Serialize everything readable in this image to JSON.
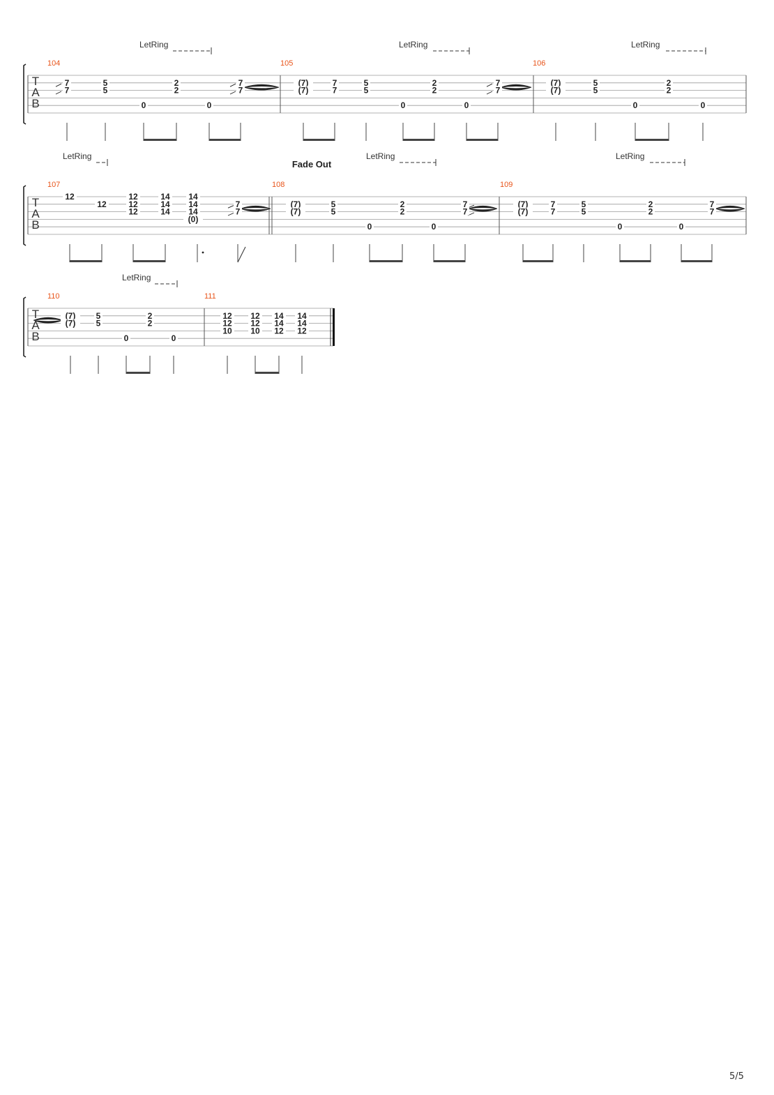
{
  "document": {
    "page_number": "5/5",
    "clef_letters": [
      "T",
      "A",
      "B"
    ],
    "colors": {
      "measure_number": "#e8541a",
      "ink": "#222222",
      "staff_line": "#9a9a9a"
    }
  },
  "systems": [
    {
      "let_ring": [
        {
          "label": "LetRing"
        },
        {
          "label": "LetRing"
        },
        {
          "label": "LetRing"
        }
      ],
      "text_markings": [],
      "measures": [
        {
          "number": "104",
          "notes": [
            {
              "s": 2,
              "f": "7"
            },
            {
              "s": 3,
              "f": "7"
            },
            {
              "s": 2,
              "f": "5"
            },
            {
              "s": 3,
              "f": "5"
            },
            {
              "s": 5,
              "f": "0"
            },
            {
              "s": 2,
              "f": "2"
            },
            {
              "s": 3,
              "f": "2"
            },
            {
              "s": 5,
              "f": "0"
            },
            {
              "s": 2,
              "f": "7"
            },
            {
              "s": 3,
              "f": "7"
            }
          ]
        },
        {
          "number": "105",
          "notes": [
            {
              "s": 2,
              "f": "(7)"
            },
            {
              "s": 3,
              "f": "(7)"
            },
            {
              "s": 2,
              "f": "7"
            },
            {
              "s": 3,
              "f": "7"
            },
            {
              "s": 2,
              "f": "5"
            },
            {
              "s": 3,
              "f": "5"
            },
            {
              "s": 5,
              "f": "0"
            },
            {
              "s": 2,
              "f": "2"
            },
            {
              "s": 3,
              "f": "2"
            },
            {
              "s": 5,
              "f": "0"
            },
            {
              "s": 2,
              "f": "7"
            },
            {
              "s": 3,
              "f": "7"
            }
          ]
        },
        {
          "number": "106",
          "notes": [
            {
              "s": 2,
              "f": "(7)"
            },
            {
              "s": 3,
              "f": "(7)"
            },
            {
              "s": 2,
              "f": "5"
            },
            {
              "s": 3,
              "f": "5"
            },
            {
              "s": 5,
              "f": "0"
            },
            {
              "s": 2,
              "f": "2"
            },
            {
              "s": 3,
              "f": "2"
            },
            {
              "s": 5,
              "f": "0"
            }
          ]
        }
      ]
    },
    {
      "let_ring": [
        {
          "label": "LetRing"
        },
        {
          "label": "LetRing"
        },
        {
          "label": "LetRing"
        }
      ],
      "text_markings": [
        "Fade Out"
      ],
      "measures": [
        {
          "number": "107",
          "notes": [
            {
              "s": 1,
              "f": "12"
            },
            {
              "s": 2,
              "f": "12"
            },
            {
              "s": 1,
              "f": "12"
            },
            {
              "s": 2,
              "f": "12"
            },
            {
              "s": 3,
              "f": "12"
            },
            {
              "s": 1,
              "f": "14"
            },
            {
              "s": 2,
              "f": "14"
            },
            {
              "s": 3,
              "f": "14"
            },
            {
              "s": 1,
              "f": "14"
            },
            {
              "s": 2,
              "f": "14"
            },
            {
              "s": 3,
              "f": "14"
            },
            {
              "s": 4,
              "f": "(0)"
            },
            {
              "s": 2,
              "f": "7"
            },
            {
              "s": 3,
              "f": "7"
            }
          ]
        },
        {
          "number": "108",
          "notes": [
            {
              "s": 2,
              "f": "(7)"
            },
            {
              "s": 3,
              "f": "(7)"
            },
            {
              "s": 2,
              "f": "5"
            },
            {
              "s": 3,
              "f": "5"
            },
            {
              "s": 5,
              "f": "0"
            },
            {
              "s": 2,
              "f": "2"
            },
            {
              "s": 3,
              "f": "2"
            },
            {
              "s": 5,
              "f": "0"
            },
            {
              "s": 2,
              "f": "7"
            },
            {
              "s": 3,
              "f": "7"
            }
          ]
        },
        {
          "number": "109",
          "notes": [
            {
              "s": 2,
              "f": "(7)"
            },
            {
              "s": 3,
              "f": "(7)"
            },
            {
              "s": 2,
              "f": "7"
            },
            {
              "s": 3,
              "f": "7"
            },
            {
              "s": 2,
              "f": "5"
            },
            {
              "s": 3,
              "f": "5"
            },
            {
              "s": 5,
              "f": "0"
            },
            {
              "s": 2,
              "f": "2"
            },
            {
              "s": 3,
              "f": "2"
            },
            {
              "s": 5,
              "f": "0"
            },
            {
              "s": 2,
              "f": "7"
            },
            {
              "s": 3,
              "f": "7"
            }
          ]
        }
      ]
    },
    {
      "let_ring": [
        {
          "label": "LetRing"
        }
      ],
      "text_markings": [],
      "measures": [
        {
          "number": "110",
          "notes": [
            {
              "s": 2,
              "f": "(7)"
            },
            {
              "s": 3,
              "f": "(7)"
            },
            {
              "s": 2,
              "f": "5"
            },
            {
              "s": 3,
              "f": "5"
            },
            {
              "s": 5,
              "f": "0"
            },
            {
              "s": 2,
              "f": "2"
            },
            {
              "s": 3,
              "f": "2"
            },
            {
              "s": 5,
              "f": "0"
            }
          ]
        },
        {
          "number": "111",
          "notes": [
            {
              "s": 2,
              "f": "12"
            },
            {
              "s": 3,
              "f": "12"
            },
            {
              "s": 4,
              "f": "10"
            },
            {
              "s": 2,
              "f": "12"
            },
            {
              "s": 3,
              "f": "12"
            },
            {
              "s": 4,
              "f": "10"
            },
            {
              "s": 2,
              "f": "14"
            },
            {
              "s": 3,
              "f": "14"
            },
            {
              "s": 4,
              "f": "12"
            },
            {
              "s": 2,
              "f": "14"
            },
            {
              "s": 3,
              "f": "14"
            },
            {
              "s": 4,
              "f": "12"
            }
          ]
        }
      ]
    }
  ]
}
